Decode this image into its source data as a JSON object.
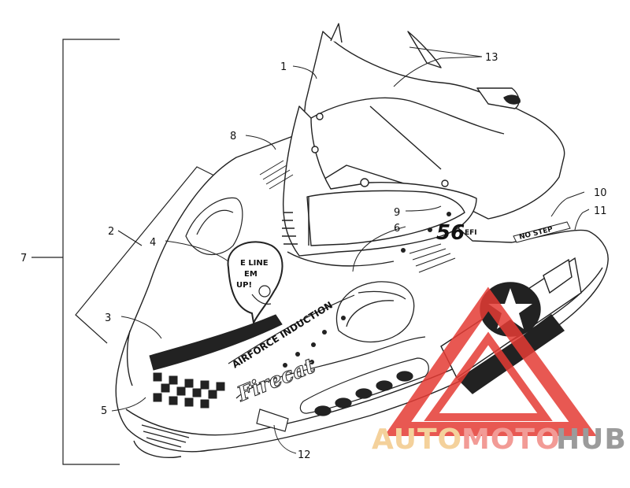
{
  "callouts": [
    "1",
    "2",
    "3",
    "4",
    "5",
    "6",
    "7",
    "8",
    "9",
    "10",
    "11",
    "12",
    "13"
  ],
  "decals": {
    "airforce": "AIRFORCE INDUCTION",
    "no_step": "NO STEP",
    "efi_number": "56",
    "efi_suffix": "EFI",
    "badge_line1": "E LINE",
    "badge_line2": "EM",
    "badge_line3": "UP!",
    "script_name": "Firecat"
  },
  "watermark": {
    "part1": "AUTO",
    "part2": "MOTO",
    "part3": "HUB",
    "colors": {
      "auto": "#f3c98a",
      "moto": "#f08a84",
      "hub": "#8a8a8a",
      "triangle": "#e53b34"
    }
  }
}
